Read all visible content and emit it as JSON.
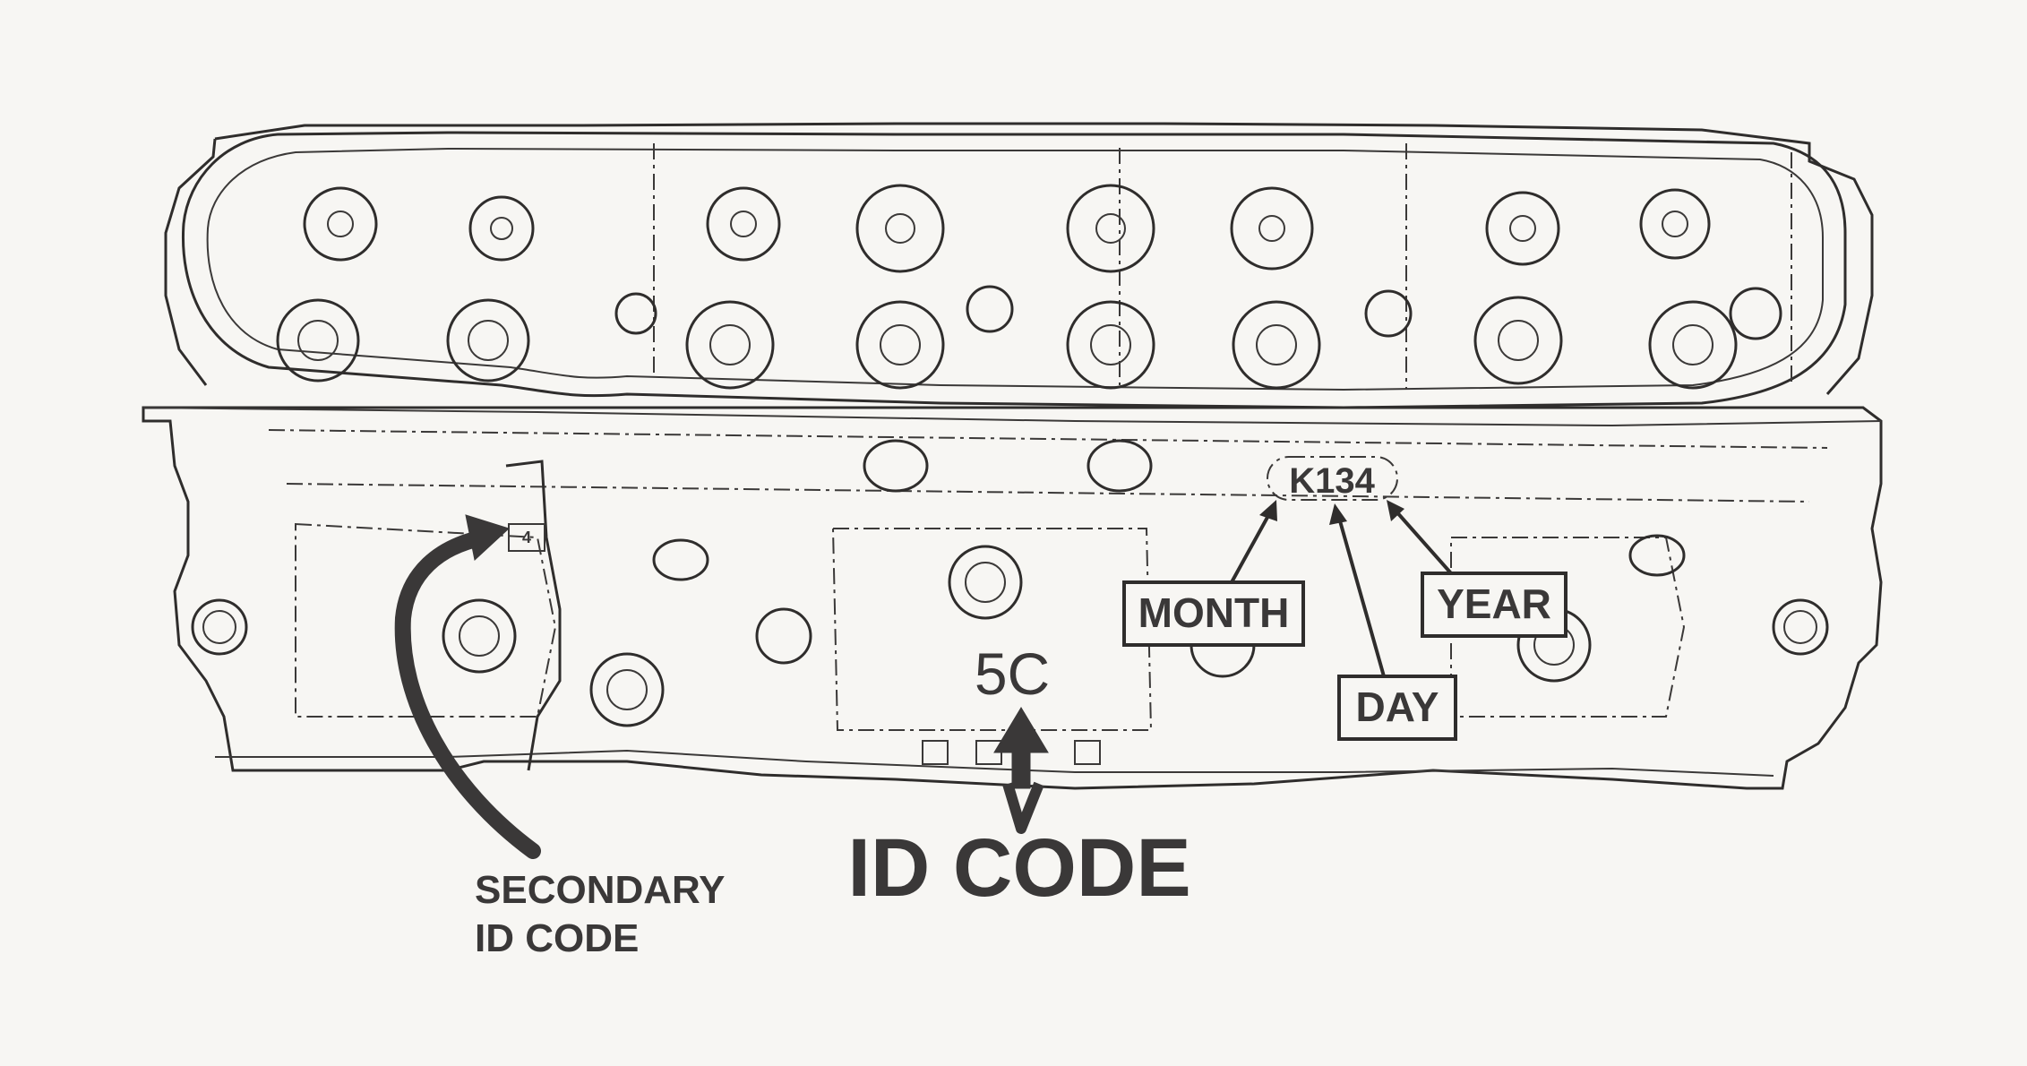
{
  "diagram": {
    "stamp_code": "K134",
    "casting_code": "5C",
    "secondary_mark": "4",
    "labels": {
      "month": "MONTH",
      "day": "DAY",
      "year": "YEAR",
      "id_code": "ID CODE",
      "secondary_line1": "SECONDARY",
      "secondary_line2": "ID CODE"
    },
    "colors": {
      "paper": "#f7f6f3",
      "ink": "#2f2d2c",
      "label": "#3a3838"
    }
  }
}
